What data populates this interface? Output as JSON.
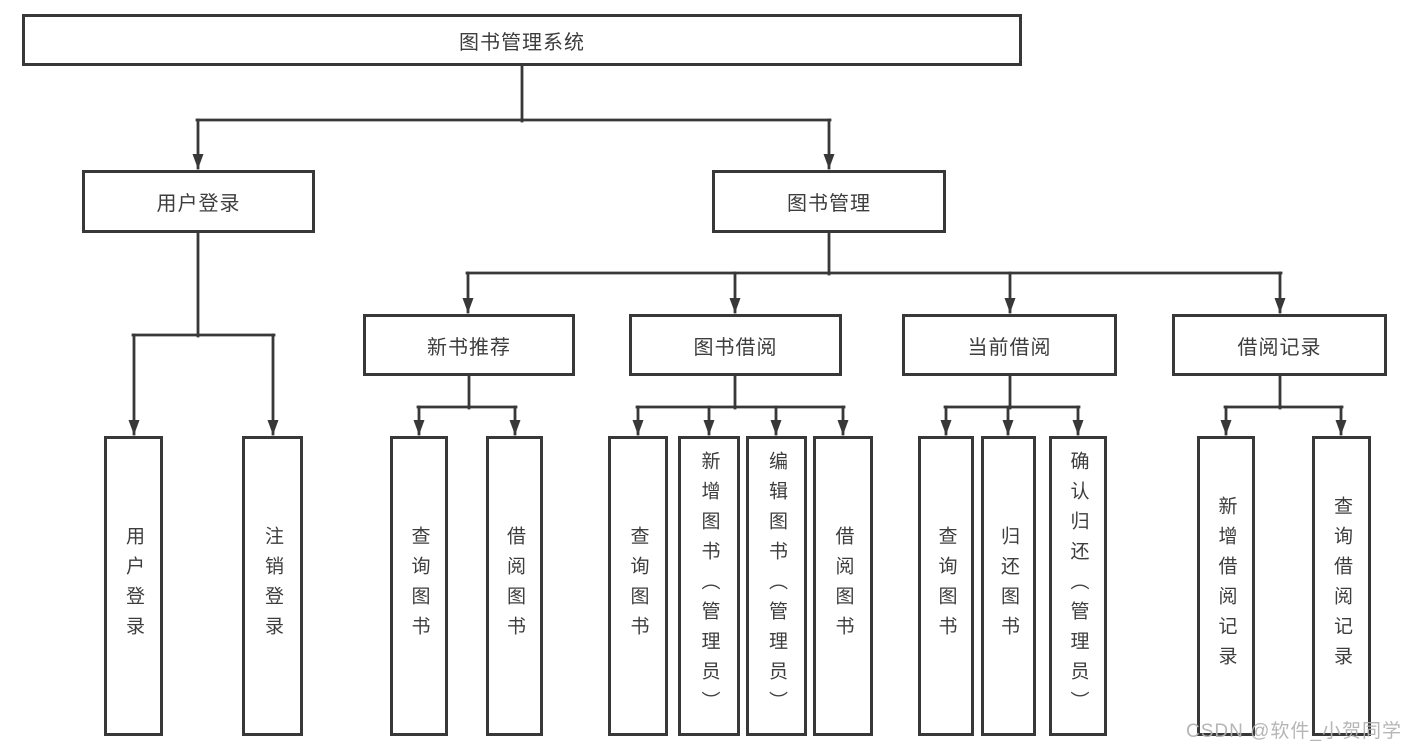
{
  "tree": {
    "label": "图书管理系统",
    "children": [
      {
        "label": "用户登录",
        "children": [
          {
            "label": "用户登录"
          },
          {
            "label": "注销登录"
          }
        ]
      },
      {
        "label": "图书管理",
        "children": [
          {
            "label": "新书推荐",
            "children": [
              {
                "label": "查询图书"
              },
              {
                "label": "借阅图书"
              }
            ]
          },
          {
            "label": "图书借阅",
            "children": [
              {
                "label": "查询图书"
              },
              {
                "label": "新增图书（管理员）"
              },
              {
                "label": "编辑图书（管理员）"
              },
              {
                "label": "借阅图书"
              }
            ]
          },
          {
            "label": "当前借阅",
            "children": [
              {
                "label": "查询图书"
              },
              {
                "label": "归还图书"
              },
              {
                "label": "确认归还（管理员）"
              }
            ]
          },
          {
            "label": "借阅记录",
            "children": [
              {
                "label": "新增借阅记录"
              },
              {
                "label": "查询借阅记录"
              }
            ]
          }
        ]
      }
    ]
  },
  "watermark": "CSDN @软件_小贺同学",
  "colors": {
    "line": "#383838",
    "text": "#3d3d3d",
    "background": "#ffffff",
    "watermark": "#b2b2b2"
  }
}
